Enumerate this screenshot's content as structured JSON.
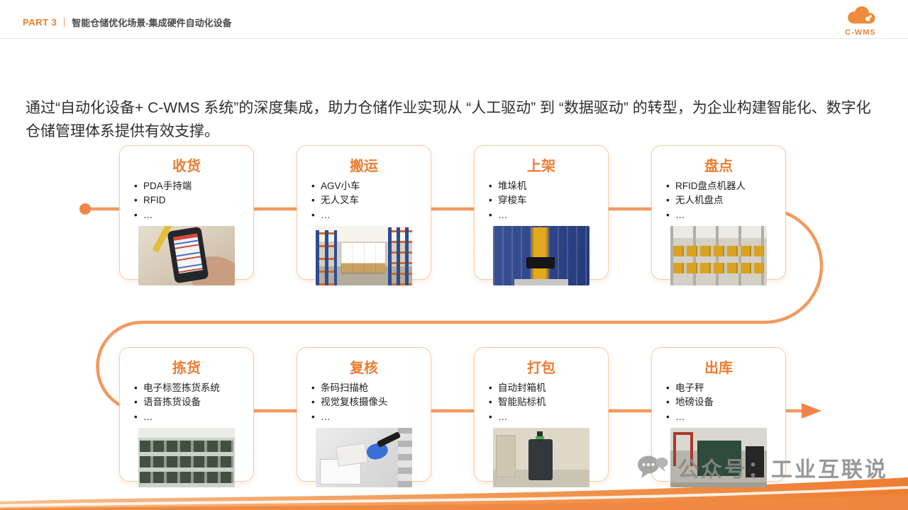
{
  "header": {
    "part_label": "PART 3",
    "title": "智能仓储优化场景-集成硬件自动化设备",
    "logo_text": "C-WMS"
  },
  "intro": "通过“自动化设备+ C-WMS 系统”的深度集成，助力仓储作业实现从 “人工驱动” 到 “数据驱动” 的转型，为企业构建智能化、数字化仓储管理体系提供有效支撑。",
  "flow": {
    "row1": [
      {
        "title": "收货",
        "items": [
          "PDA手持端",
          "RFID",
          "…"
        ],
        "image": "pda-handheld-photo"
      },
      {
        "title": "搬运",
        "items": [
          "AGV小车",
          "无人叉车",
          "…"
        ],
        "image": "agv-warehouse-photo"
      },
      {
        "title": "上架",
        "items": [
          "堆垛机",
          "穿梭车",
          "…"
        ],
        "image": "stacker-crane-photo"
      },
      {
        "title": "盘点",
        "items": [
          "RFID盘点机器人",
          "无人机盘点",
          "…"
        ],
        "image": "rack-inventory-photo"
      }
    ],
    "row2": [
      {
        "title": "拣货",
        "items": [
          "电子标签拣货系统",
          "语音拣货设备",
          "…"
        ],
        "image": "picking-system-photo"
      },
      {
        "title": "复核",
        "items": [
          "条码扫描枪",
          "视觉复核摄像头",
          "…"
        ],
        "image": "barcode-scanner-photo"
      },
      {
        "title": "打包",
        "items": [
          "自动封箱机",
          "智能贴标机",
          "…"
        ],
        "image": "packing-machine-photo"
      },
      {
        "title": "出库",
        "items": [
          "电子秤",
          "地磅设备",
          "…"
        ],
        "image": "weighbridge-photo"
      }
    ]
  },
  "watermark": {
    "text": "公众号：工业互联说"
  },
  "colors": {
    "accent": "#ED7D31",
    "flow_line": "#F2995F",
    "card_border": "#F6CBA4"
  }
}
